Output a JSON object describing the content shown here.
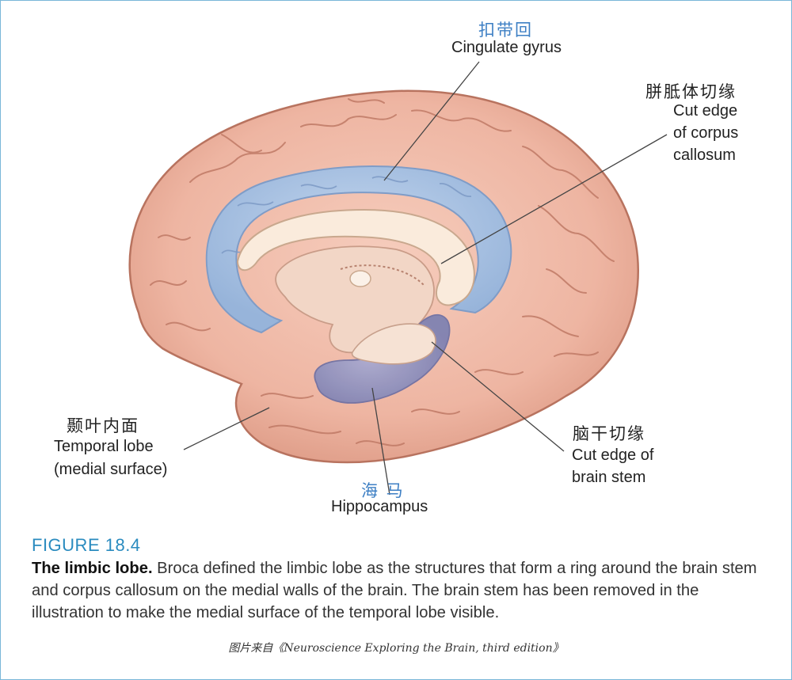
{
  "labels": {
    "cingulate_cn": "扣带回",
    "cingulate_en": "Cingulate gyrus",
    "corpus_cn": "胼胝体切缘",
    "corpus_en_1": "Cut edge",
    "corpus_en_2": "of corpus",
    "corpus_en_3": "callosum",
    "temporal_cn": "颞叶内面",
    "temporal_en_1": "Temporal lobe",
    "temporal_en_2": "(medial surface)",
    "stem_cn": "脑干切缘",
    "stem_en_1": "Cut edge of",
    "stem_en_2": "brain stem",
    "hippo_cn": "海 马",
    "hippo_en": "Hippocampus"
  },
  "figure": {
    "number": "FIGURE 18.4",
    "title": "The limbic lobe.",
    "caption": "Broca defined the limbic lobe as the structures that form a ring around the brain stem and corpus callosum on the medial walls of the brain. The brain stem has been removed in the illustration to make the medial surface of the temporal lobe visible."
  },
  "source": "图片来自《Neuroscience Exploring the Brain, third edition》",
  "colors": {
    "cortex": "#eeb8a6",
    "cortex_dark": "#c9806c",
    "limbic": "#a9c3e2",
    "corpus": "#f8e9d9",
    "hippocampus": "#8f93c0",
    "accent": "#2a8bbf",
    "cn_label_blue": "#3d7fc4"
  }
}
